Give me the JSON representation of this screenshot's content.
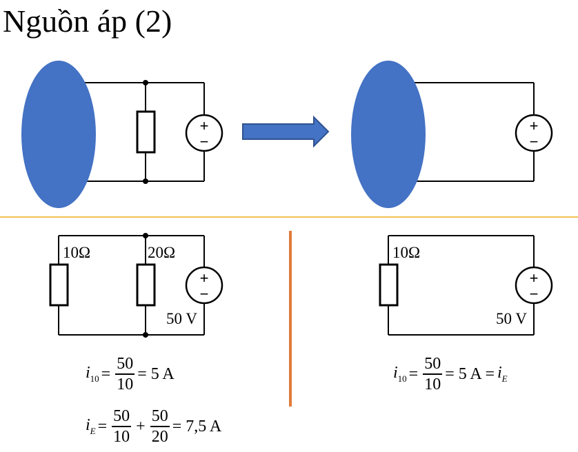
{
  "title": "Nguồn áp (2)",
  "colors": {
    "blob": "#4472c4",
    "separator_horizontal": "#f2c14e",
    "separator_vertical": "#e07b39",
    "wire": "#000000"
  },
  "circuit_left": {
    "r1_label": "10Ω",
    "r2_label": "20Ω",
    "source_label": "50 V"
  },
  "circuit_right": {
    "r_label": "10Ω",
    "source_label": "50 V"
  },
  "source_symbol": {
    "plus": "+",
    "minus": "−"
  },
  "equations_left": {
    "eq1": {
      "var": "i",
      "sub": "10",
      "num": "50",
      "den": "10",
      "result": "= 5 A"
    },
    "eq2": {
      "var": "i",
      "sub": "E",
      "num1": "50",
      "den1": "10",
      "plus": "+",
      "num2": "50",
      "den2": "20",
      "result": "= 7,5 A"
    }
  },
  "equation_right": {
    "var": "i",
    "sub": "10",
    "num": "50",
    "den": "10",
    "result": "= 5 A =",
    "rhs_var": "i",
    "rhs_sub": "E"
  }
}
